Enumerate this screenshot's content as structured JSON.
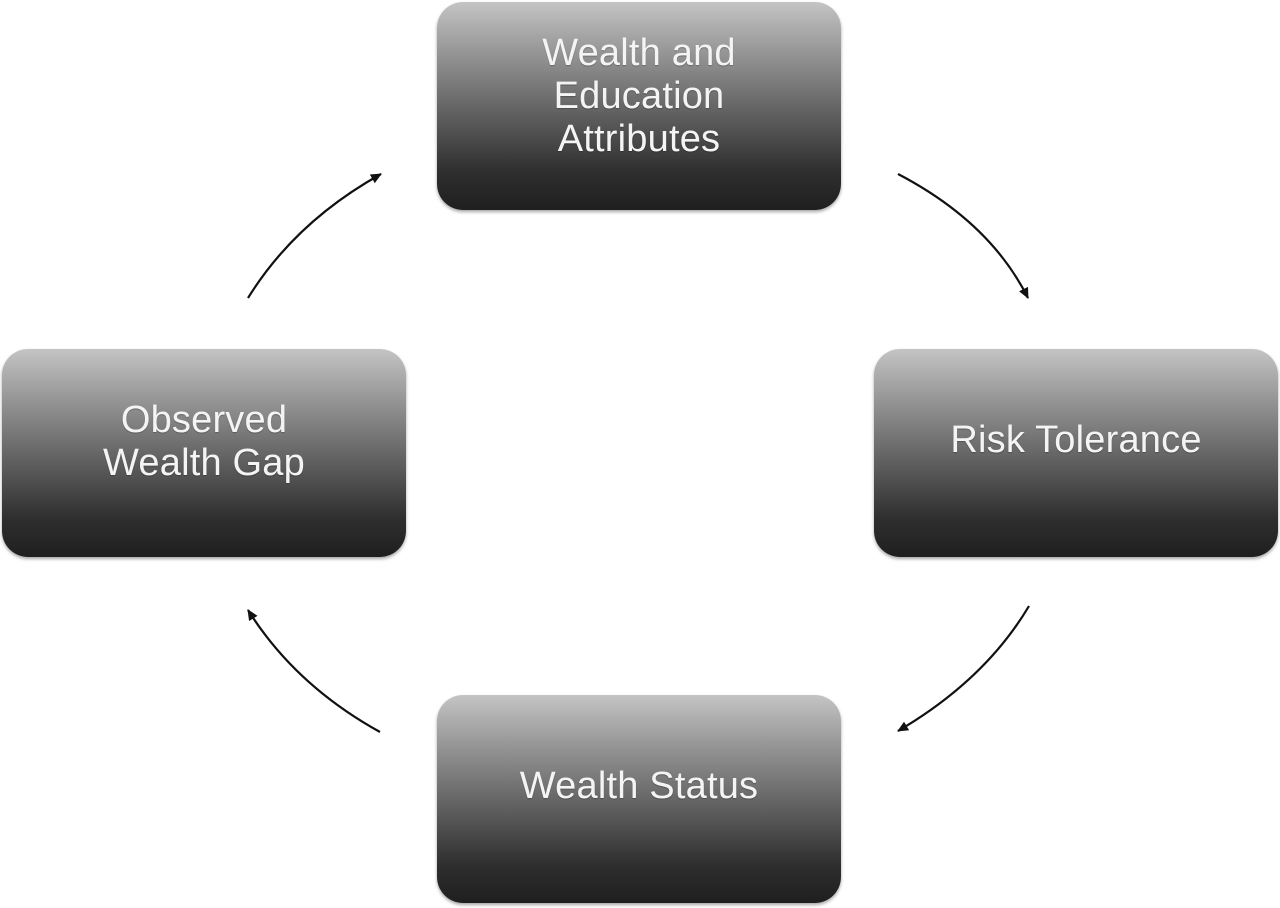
{
  "diagram": {
    "nodes": [
      {
        "id": "wealth-education-attributes",
        "label": "Wealth and\nEducation\nAttributes"
      },
      {
        "id": "risk-tolerance",
        "label": "Risk Tolerance"
      },
      {
        "id": "wealth-status",
        "label": "Wealth Status"
      },
      {
        "id": "observed-wealth-gap",
        "label": "Observed\nWealth Gap"
      }
    ],
    "edges": [
      {
        "from": "wealth-education-attributes",
        "to": "risk-tolerance"
      },
      {
        "from": "risk-tolerance",
        "to": "wealth-status"
      },
      {
        "from": "wealth-status",
        "to": "observed-wealth-gap"
      },
      {
        "from": "observed-wealth-gap",
        "to": "wealth-education-attributes"
      }
    ],
    "colors": {
      "node_top": "#c4c4c4",
      "node_bottom": "#1f1f1f",
      "node_text": "#f4f4f4",
      "arrow": "#111111"
    }
  }
}
